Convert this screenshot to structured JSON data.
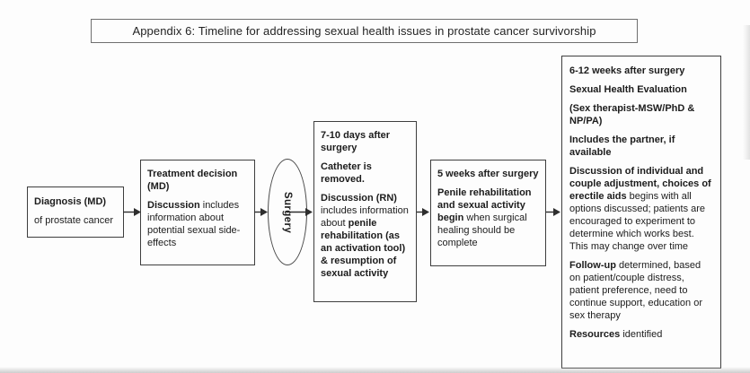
{
  "title": "Appendix 6: Timeline for addressing sexual health issues in prostate cancer survivorship",
  "diagram": {
    "diagnosis": {
      "heading": "Diagnosis (MD)",
      "body": "of prostate cancer"
    },
    "treatment": {
      "heading": "Treatment decision (MD)",
      "lead": "Discussion",
      "rest": " includes information about potential sexual side-effects"
    },
    "surgery": {
      "label": "Surgery"
    },
    "postop": {
      "heading": "7-10 days after surgery",
      "p2": "Catheter is removed.",
      "lead": "Discussion (RN)",
      "mid": " includes information about ",
      "tail": "penile rehabilitation (as an activation tool) & resumption of sexual activity"
    },
    "fiveweeks": {
      "heading": "5 weeks after surgery",
      "lead": "Penile rehabilitation and sexual activity begin",
      "rest": " when surgical healing should be complete"
    },
    "sixtwelve": {
      "heading": "6-12 weeks after surgery",
      "p2": "Sexual Health Evaluation",
      "p3": "(Sex therapist-MSW/PhD & NP/PA)",
      "p4": "Includes the partner, if available",
      "p5_lead": "Discussion of individual and couple adjustment, choices of erectile aids",
      "p5_rest": " begins with all options discussed; patients are encouraged to experiment to determine which works best. This may change over time",
      "p6_lead": "Follow-up",
      "p6_rest": " determined, based on patient/couple distress, patient preference, need to continue support, education or sex therapy",
      "p7_lead": "Resources",
      "p7_rest": " identified"
    }
  },
  "colors": {
    "box_border": "#3e3e3e",
    "title_border": "#6f6f6f",
    "arrow": "#2e2e2e",
    "background": "#fdfdfd",
    "text": "#1c1c1c"
  }
}
